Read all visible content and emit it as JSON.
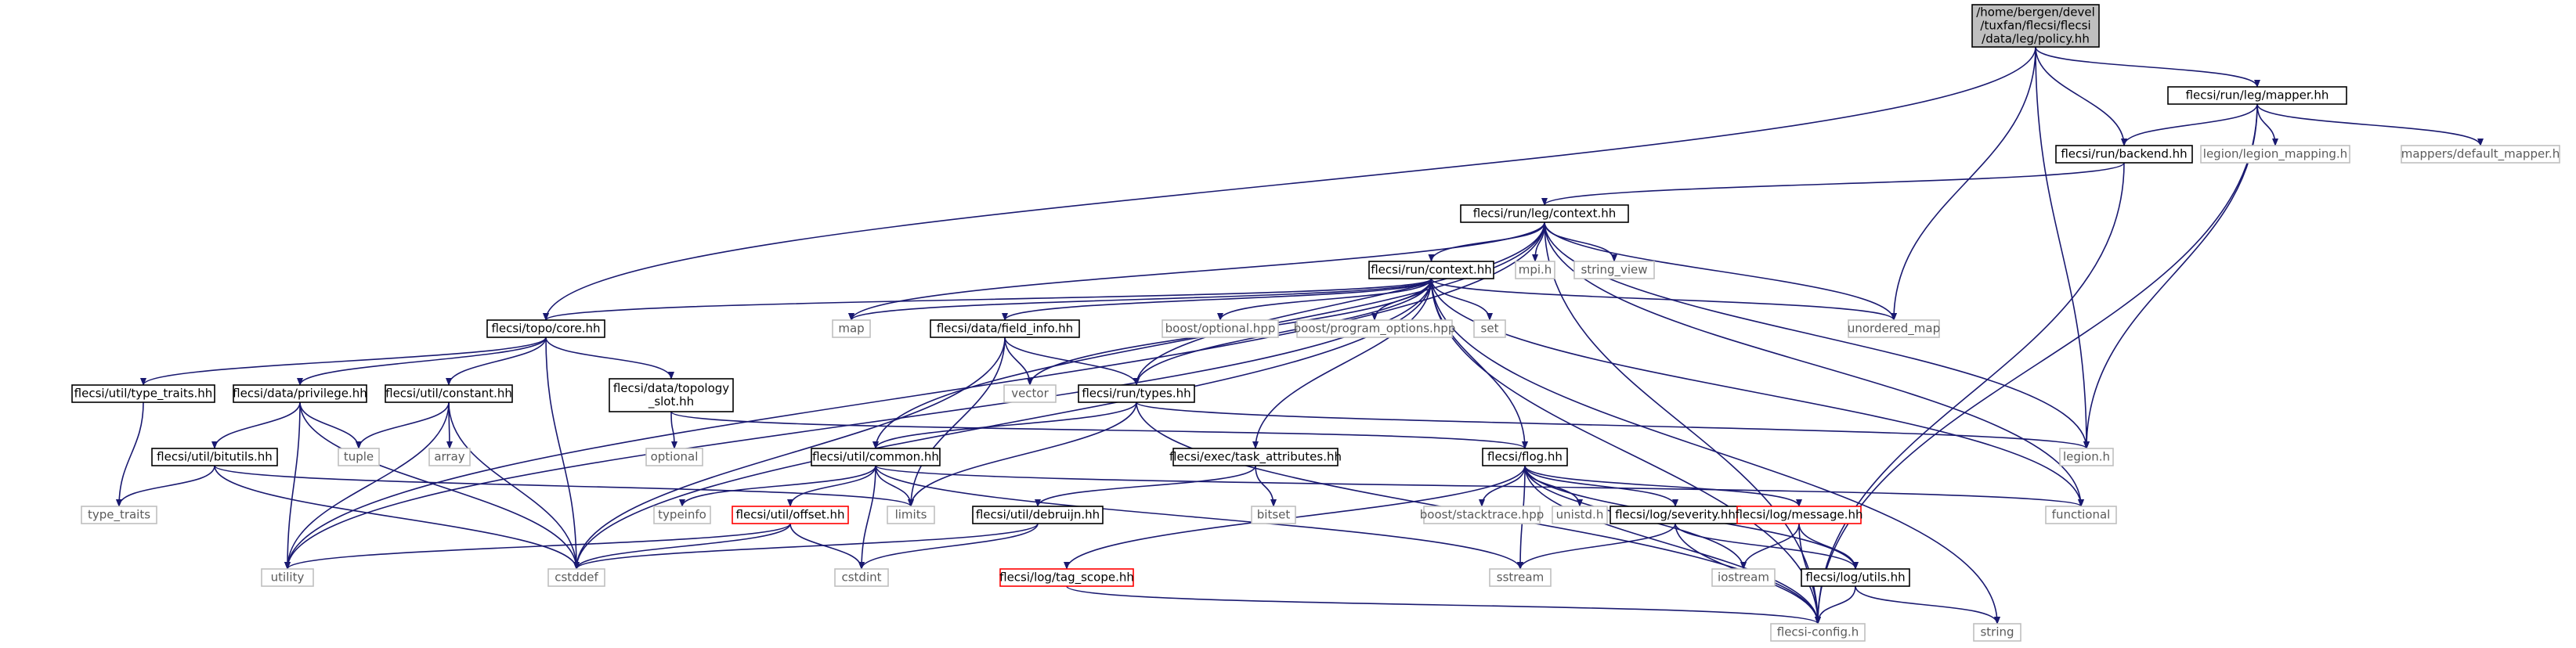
{
  "diagram": {
    "style": {
      "edge_color": "#191970",
      "box_stroke_solid": "#000000",
      "box_stroke_gray": "#bfbfbf",
      "box_stroke_red": "#ff0000",
      "root_fill": "#bfbfbf"
    },
    "nodes": [
      {
        "id": "policy",
        "lines": [
          "/home/bergen/devel",
          "/tuxfan/flecsi/flecsi",
          "/data/leg/policy.hh"
        ],
        "kind": "root"
      },
      {
        "id": "mapper",
        "lines": [
          "flecsi/run/leg/mapper.hh"
        ],
        "kind": "solid"
      },
      {
        "id": "backend",
        "lines": [
          "flecsi/run/backend.hh"
        ],
        "kind": "solid"
      },
      {
        "id": "legion_mapping",
        "lines": [
          "legion/legion_mapping.h"
        ],
        "kind": "gray"
      },
      {
        "id": "default_mapper",
        "lines": [
          "mappers/default_mapper.h"
        ],
        "kind": "gray"
      },
      {
        "id": "legcontext",
        "lines": [
          "flecsi/run/leg/context.hh"
        ],
        "kind": "solid"
      },
      {
        "id": "context",
        "lines": [
          "flecsi/run/context.hh"
        ],
        "kind": "solid"
      },
      {
        "id": "mpi",
        "lines": [
          "mpi.h"
        ],
        "kind": "gray"
      },
      {
        "id": "string_view",
        "lines": [
          "string_view"
        ],
        "kind": "gray"
      },
      {
        "id": "coreh",
        "lines": [
          "flecsi/topo/core.hh"
        ],
        "kind": "solid"
      },
      {
        "id": "map",
        "lines": [
          "map"
        ],
        "kind": "gray"
      },
      {
        "id": "field_info",
        "lines": [
          "flecsi/data/field_info.hh"
        ],
        "kind": "solid"
      },
      {
        "id": "boost_optional",
        "lines": [
          "boost/optional.hpp"
        ],
        "kind": "gray"
      },
      {
        "id": "boost_po",
        "lines": [
          "boost/program_options.hpp"
        ],
        "kind": "gray"
      },
      {
        "id": "set",
        "lines": [
          "set"
        ],
        "kind": "gray"
      },
      {
        "id": "unordered_map",
        "lines": [
          "unordered_map"
        ],
        "kind": "gray"
      },
      {
        "id": "type_traits_hh",
        "lines": [
          "flecsi/util/type_traits.hh"
        ],
        "kind": "solid"
      },
      {
        "id": "privilege",
        "lines": [
          "flecsi/data/privilege.hh"
        ],
        "kind": "solid"
      },
      {
        "id": "constant",
        "lines": [
          "flecsi/util/constant.hh"
        ],
        "kind": "solid"
      },
      {
        "id": "topology_slot",
        "lines": [
          "flecsi/data/topology",
          "_slot.hh"
        ],
        "kind": "solid"
      },
      {
        "id": "vector",
        "lines": [
          "vector"
        ],
        "kind": "gray"
      },
      {
        "id": "types",
        "lines": [
          "flecsi/run/types.hh"
        ],
        "kind": "solid"
      },
      {
        "id": "legion",
        "lines": [
          "legion.h"
        ],
        "kind": "gray"
      },
      {
        "id": "bitutils",
        "lines": [
          "flecsi/util/bitutils.hh"
        ],
        "kind": "solid"
      },
      {
        "id": "tuple",
        "lines": [
          "tuple"
        ],
        "kind": "gray"
      },
      {
        "id": "array",
        "lines": [
          "array"
        ],
        "kind": "gray"
      },
      {
        "id": "optional",
        "lines": [
          "optional"
        ],
        "kind": "gray"
      },
      {
        "id": "common",
        "lines": [
          "flecsi/util/common.hh"
        ],
        "kind": "solid"
      },
      {
        "id": "task_attr",
        "lines": [
          "flecsi/exec/task_attributes.hh"
        ],
        "kind": "solid"
      },
      {
        "id": "flog",
        "lines": [
          "flecsi/flog.hh"
        ],
        "kind": "solid"
      },
      {
        "id": "type_traits",
        "lines": [
          "type_traits"
        ],
        "kind": "gray"
      },
      {
        "id": "typeinfo",
        "lines": [
          "typeinfo"
        ],
        "kind": "gray"
      },
      {
        "id": "offset",
        "lines": [
          "flecsi/util/offset.hh"
        ],
        "kind": "red"
      },
      {
        "id": "limits",
        "lines": [
          "limits"
        ],
        "kind": "gray"
      },
      {
        "id": "debruijn",
        "lines": [
          "flecsi/util/debruijn.hh"
        ],
        "kind": "solid"
      },
      {
        "id": "bitset",
        "lines": [
          "bitset"
        ],
        "kind": "gray"
      },
      {
        "id": "stacktrace",
        "lines": [
          "boost/stacktrace.hpp"
        ],
        "kind": "gray"
      },
      {
        "id": "unistd",
        "lines": [
          "unistd.h"
        ],
        "kind": "gray"
      },
      {
        "id": "severity",
        "lines": [
          "flecsi/log/severity.hh"
        ],
        "kind": "solid"
      },
      {
        "id": "message",
        "lines": [
          "flecsi/log/message.hh"
        ],
        "kind": "red"
      },
      {
        "id": "functional",
        "lines": [
          "functional"
        ],
        "kind": "gray"
      },
      {
        "id": "utility",
        "lines": [
          "utility"
        ],
        "kind": "gray"
      },
      {
        "id": "cstddef",
        "lines": [
          "cstddef"
        ],
        "kind": "gray"
      },
      {
        "id": "cstdint",
        "lines": [
          "cstdint"
        ],
        "kind": "gray"
      },
      {
        "id": "sstream",
        "lines": [
          "sstream"
        ],
        "kind": "gray"
      },
      {
        "id": "iostream",
        "lines": [
          "iostream"
        ],
        "kind": "gray"
      },
      {
        "id": "log_utils",
        "lines": [
          "flecsi/log/utils.hh"
        ],
        "kind": "solid"
      },
      {
        "id": "tag_scope",
        "lines": [
          "flecsi/log/tag_scope.hh"
        ],
        "kind": "red"
      },
      {
        "id": "flecsi_config",
        "lines": [
          "flecsi-config.h"
        ],
        "kind": "gray"
      },
      {
        "id": "string",
        "lines": [
          "string"
        ],
        "kind": "gray"
      }
    ],
    "edges": [
      [
        "policy",
        "mapper"
      ],
      [
        "policy",
        "backend"
      ],
      [
        "policy",
        "coreh"
      ],
      [
        "policy",
        "unordered_map"
      ],
      [
        "policy",
        "legion"
      ],
      [
        "mapper",
        "backend"
      ],
      [
        "mapper",
        "legion_mapping"
      ],
      [
        "mapper",
        "default_mapper"
      ],
      [
        "mapper",
        "legion"
      ],
      [
        "mapper",
        "flecsi_config"
      ],
      [
        "backend",
        "legcontext"
      ],
      [
        "backend",
        "flecsi_config"
      ],
      [
        "legcontext",
        "context"
      ],
      [
        "legcontext",
        "mpi"
      ],
      [
        "legcontext",
        "string_view"
      ],
      [
        "legcontext",
        "map"
      ],
      [
        "legcontext",
        "unordered_map"
      ],
      [
        "legcontext",
        "common"
      ],
      [
        "legcontext",
        "types"
      ],
      [
        "legcontext",
        "functional"
      ],
      [
        "legcontext",
        "legion"
      ],
      [
        "legcontext",
        "flecsi_config"
      ],
      [
        "legcontext",
        "utility"
      ],
      [
        "context",
        "coreh"
      ],
      [
        "context",
        "map"
      ],
      [
        "context",
        "field_info"
      ],
      [
        "context",
        "boost_optional"
      ],
      [
        "context",
        "boost_po"
      ],
      [
        "context",
        "set"
      ],
      [
        "context",
        "unordered_map"
      ],
      [
        "context",
        "vector"
      ],
      [
        "context",
        "types"
      ],
      [
        "context",
        "task_attr"
      ],
      [
        "context",
        "flog"
      ],
      [
        "context",
        "functional"
      ],
      [
        "context",
        "string"
      ],
      [
        "context",
        "flecsi_config"
      ],
      [
        "context",
        "cstddef"
      ],
      [
        "context",
        "utility"
      ],
      [
        "coreh",
        "type_traits_hh"
      ],
      [
        "coreh",
        "privilege"
      ],
      [
        "coreh",
        "constant"
      ],
      [
        "coreh",
        "topology_slot"
      ],
      [
        "coreh",
        "cstddef"
      ],
      [
        "field_info",
        "types"
      ],
      [
        "field_info",
        "vector"
      ],
      [
        "field_info",
        "limits"
      ],
      [
        "field_info",
        "cstddef"
      ],
      [
        "type_traits_hh",
        "type_traits"
      ],
      [
        "privilege",
        "bitutils"
      ],
      [
        "privilege",
        "tuple"
      ],
      [
        "privilege",
        "utility"
      ],
      [
        "privilege",
        "cstddef"
      ],
      [
        "constant",
        "tuple"
      ],
      [
        "constant",
        "array"
      ],
      [
        "constant",
        "utility"
      ],
      [
        "constant",
        "cstddef"
      ],
      [
        "topology_slot",
        "optional"
      ],
      [
        "topology_slot",
        "flog"
      ],
      [
        "types",
        "common"
      ],
      [
        "types",
        "legion"
      ],
      [
        "types",
        "limits"
      ],
      [
        "types",
        "flecsi_config"
      ],
      [
        "bitutils",
        "type_traits"
      ],
      [
        "bitutils",
        "limits"
      ],
      [
        "bitutils",
        "cstddef"
      ],
      [
        "common",
        "typeinfo"
      ],
      [
        "common",
        "offset"
      ],
      [
        "common",
        "limits"
      ],
      [
        "common",
        "cstdint"
      ],
      [
        "common",
        "sstream"
      ],
      [
        "common",
        "functional"
      ],
      [
        "task_attr",
        "debruijn"
      ],
      [
        "task_attr",
        "bitset"
      ],
      [
        "flog",
        "stacktrace"
      ],
      [
        "flog",
        "unistd"
      ],
      [
        "flog",
        "severity"
      ],
      [
        "flog",
        "message"
      ],
      [
        "flog",
        "tag_scope"
      ],
      [
        "flog",
        "sstream"
      ],
      [
        "flog",
        "iostream"
      ],
      [
        "flog",
        "log_utils"
      ],
      [
        "flog",
        "flecsi_config"
      ],
      [
        "offset",
        "utility"
      ],
      [
        "offset",
        "cstddef"
      ],
      [
        "offset",
        "cstdint"
      ],
      [
        "debruijn",
        "cstddef"
      ],
      [
        "debruijn",
        "cstdint"
      ],
      [
        "severity",
        "sstream"
      ],
      [
        "severity",
        "log_utils"
      ],
      [
        "severity",
        "flecsi_config"
      ],
      [
        "message",
        "iostream"
      ],
      [
        "message",
        "log_utils"
      ],
      [
        "message",
        "flecsi_config"
      ],
      [
        "log_utils",
        "string"
      ],
      [
        "log_utils",
        "flecsi_config"
      ],
      [
        "tag_scope",
        "flecsi_config"
      ]
    ]
  }
}
